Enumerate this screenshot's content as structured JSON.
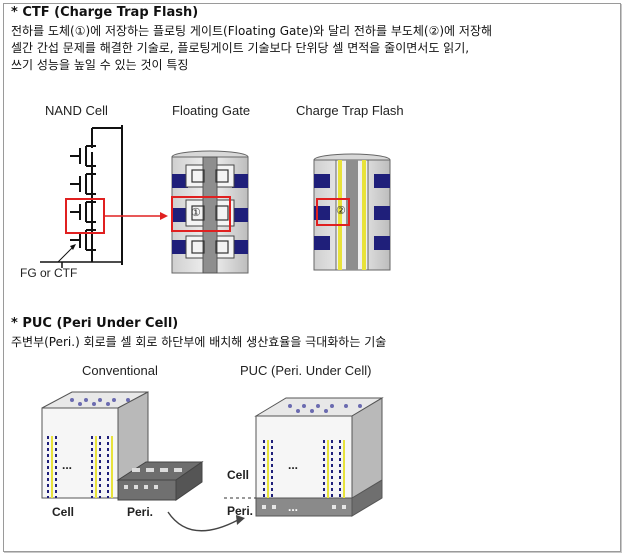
{
  "ctf": {
    "heading": "* CTF (Charge Trap Flash)",
    "line1": "전하를 도체(①)에 저장하는 플로팅 게이트(Floating Gate)와 달리 전하를 부도체(②)에 저장해",
    "line2": "셀간 간섭 문제를 해결한 기술로, 플로팅게이트 기술보다 단위당 셀 면적을 줄이면서도 읽기,",
    "line3": "쓰기 성능을 높일 수 있는 것이 특징",
    "labels": {
      "nand": "NAND Cell",
      "fg": "Floating Gate",
      "ctf": "Charge Trap Flash",
      "fg_or_ctf": "FG or CTF",
      "circle1": "①",
      "circle2": "②"
    }
  },
  "puc": {
    "heading": "* PUC (Peri Under Cell)",
    "line1": "주변부(Peri.) 회로를 셀 회로 하단부에 배치해 생산효율을 극대화하는 기술",
    "labels": {
      "conventional": "Conventional",
      "puc": "PUC (Peri. Under Cell)",
      "cell_left": "Cell",
      "peri_left": "Peri.",
      "cell_right": "Cell",
      "peri_right": "Peri.",
      "dots": "..."
    }
  },
  "colors": {
    "highlight_red": "#e02020",
    "navy": "#1f1f7a",
    "yellow": "#e8e23a"
  }
}
